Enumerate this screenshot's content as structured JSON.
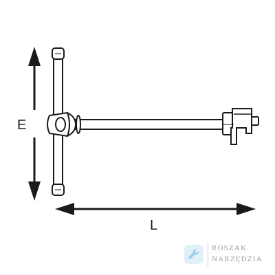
{
  "diagram": {
    "labels": {
      "height": "E",
      "length": "L"
    }
  },
  "logo": {
    "line1": "ROSZAK",
    "line2": "NARZĘDZIA",
    "icon": "wrench-icon"
  },
  "colors": {
    "stroke": "#1a1a1a",
    "background": "#ffffff",
    "logo_badge": "#dff0f9",
    "logo_icon": "#9ccde8",
    "logo_text": "#9a9a9a"
  }
}
